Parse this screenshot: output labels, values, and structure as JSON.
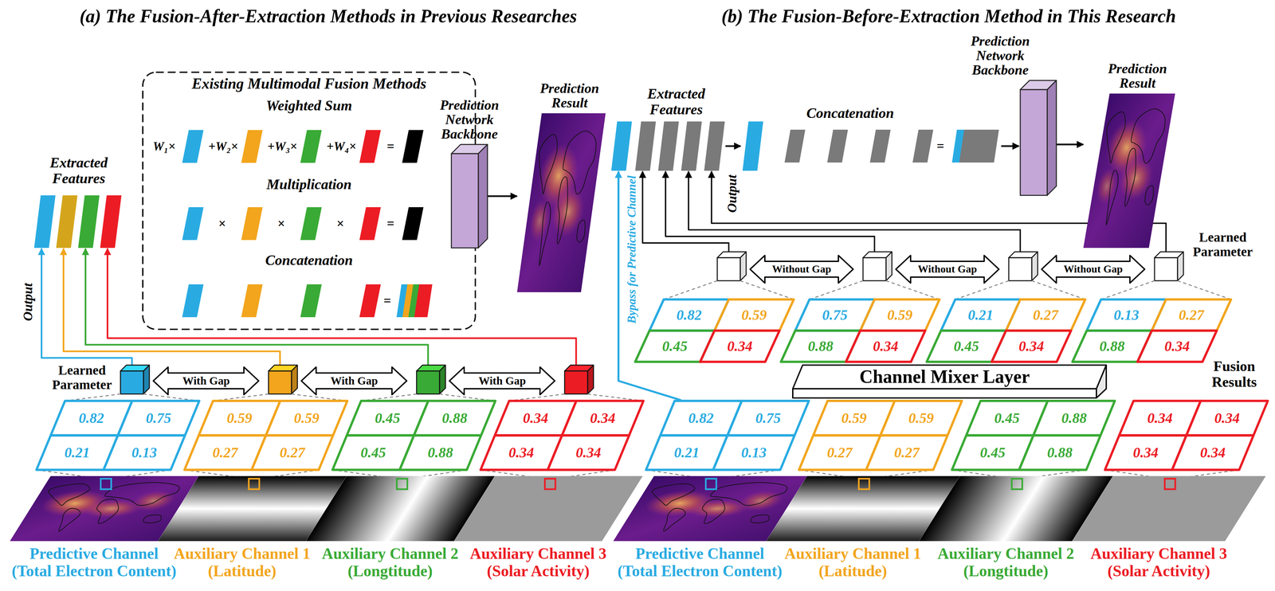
{
  "diagram": {
    "nodes": [
      {
        "text": [
          "Existing Multimodal Fusion Methods",
          "Weighted Sum",
          "Multiplication",
          "Concatenation"
        ]
      },
      {
        "text": [
          "Prediction Network Backbone"
        ]
      },
      {
        "text": [
          "Prediction Result"
        ]
      },
      {
        "text": [
          "0.82",
          "0.75",
          "0.21",
          "0.13"
        ]
      },
      {
        "text": [
          "0.59",
          "0.59",
          "0.27",
          "0.27"
        ]
      },
      {
        "text": [
          "0.45",
          "0.88",
          "0.45",
          "0.88"
        ]
      },
      {
        "text": [
          "0.34",
          "0.34",
          "0.34",
          "0.34"
        ]
      },
      {
        "text": [
          "Predictive Channel (Total Electron Content)"
        ]
      },
      {
        "text": [
          "Auxiliary Channel 1 (Latitude)"
        ]
      },
      {
        "text": [
          "Auxiliary Channel 2 (Longtitude)"
        ]
      },
      {
        "text": [
          "Auxiliary Channel 3 (Solar Activity)"
        ]
      },
      {
        "text": [
          "Prediction Network Backbone"
        ]
      },
      {
        "text": [
          "Prediction Result"
        ]
      },
      {
        "text": [
          "0.82",
          "0.59",
          "0.45",
          "0.34"
        ]
      },
      {
        "text": [
          "0.75",
          "0.59",
          "0.88",
          "0.34"
        ]
      },
      {
        "text": [
          "0.21",
          "0.27",
          "0.45",
          "0.34"
        ]
      },
      {
        "text": [
          "0.13",
          "0.27",
          "0.88",
          "0.34"
        ]
      },
      {
        "text": [
          "Channel Mixer Layer"
        ]
      },
      {
        "text": [
          "0.82",
          "0.75",
          "0.21",
          "0.13"
        ]
      },
      {
        "text": [
          "0.59",
          "0.59",
          "0.27",
          "0.27"
        ]
      },
      {
        "text": [
          "0.45",
          "0.88",
          "0.45",
          "0.88"
        ]
      },
      {
        "text": [
          "0.34",
          "0.34",
          "0.34",
          "0.34"
        ]
      },
      {
        "text": [
          "Predictive Channel (Total Electron Content)"
        ]
      },
      {
        "text": [
          "Auxiliary Channel 1 (Latitude)"
        ]
      },
      {
        "text": [
          "Auxiliary Channel 2 (Longtitude)"
        ]
      },
      {
        "text": [
          "Auxiliary Channel 3 (Solar Activity)"
        ]
      }
    ],
    "edges": [
      {
        "from": 0,
        "to": 1,
        "arrow": "to"
      },
      {
        "from": 1,
        "to": 2,
        "arrow": "to"
      },
      {
        "from": 11,
        "to": 12,
        "arrow": "to"
      }
    ],
    "labels": [
      "(a) The Fusion-After-Extraction Methods in Previous Researches",
      "(b) The Fusion-Before-Extraction Method in This Research",
      "W₁×",
      "+W₂×",
      "+W₃×",
      "+W₄×",
      "=",
      "×",
      "×",
      "×",
      "=",
      "=",
      "Extracted Features",
      "Output",
      "Learned Parameter",
      "With Gap",
      "With Gap",
      "With Gap",
      "Extracted Features",
      "Concatenation",
      "=",
      "Output",
      "Bypass for Predictive Channel",
      "Learned Parameter",
      "Without Gap",
      "Without Gap",
      "Without Gap",
      "Fusion Results"
    ]
  }
}
